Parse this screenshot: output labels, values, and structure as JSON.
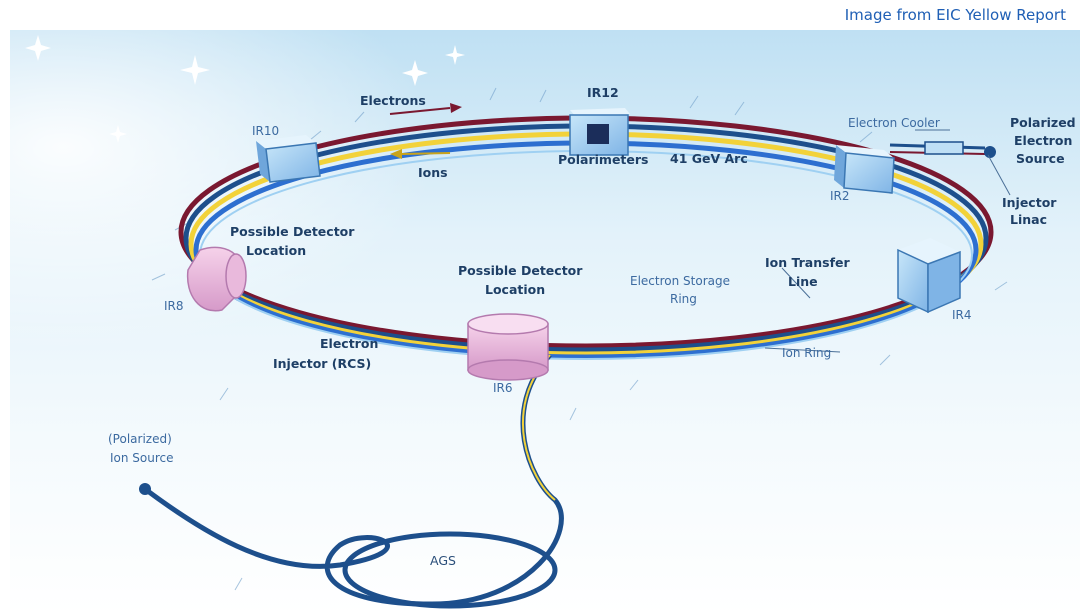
{
  "credit": "Image from EIC Yellow Report",
  "labels": {
    "electrons": "Electrons",
    "ions": "Ions",
    "ir12": "IR12",
    "polarimeters": "Polarimeters",
    "arc": "41 GeV Arc",
    "electron_cooler": "Electron Cooler",
    "polarized_electron_source_1": "Polarized",
    "polarized_electron_source_2": "Electron",
    "polarized_electron_source_3": "Source",
    "injector_linac_1": "Injector",
    "injector_linac_2": "Linac",
    "ir2": "IR2",
    "ir10": "IR10",
    "possible_detector_left_1": "Possible Detector",
    "possible_detector_left_2": "Location",
    "ir8": "IR8",
    "possible_detector_center_1": "Possible Detector",
    "possible_detector_center_2": "Location",
    "electron_storage_ring_1": "Electron Storage",
    "electron_storage_ring_2": "Ring",
    "ion_transfer_line_1": "Ion Transfer",
    "ion_transfer_line_2": "Line",
    "ir4": "IR4",
    "electron_injector_1": "Electron",
    "electron_injector_2": "Injector (RCS)",
    "ion_ring": "Ion Ring",
    "ir6": "IR6",
    "ion_source_1": "(Polarized)",
    "ion_source_2": "Ion Source",
    "ags": "AGS"
  },
  "colors": {
    "credit_text": "#1f5fb5",
    "electron_ring": "#7a1830",
    "ion_ring_yellow": "#f2d23a",
    "ion_ring_blue": "#2d6fd0",
    "ags_line": "#1d4f8c"
  }
}
